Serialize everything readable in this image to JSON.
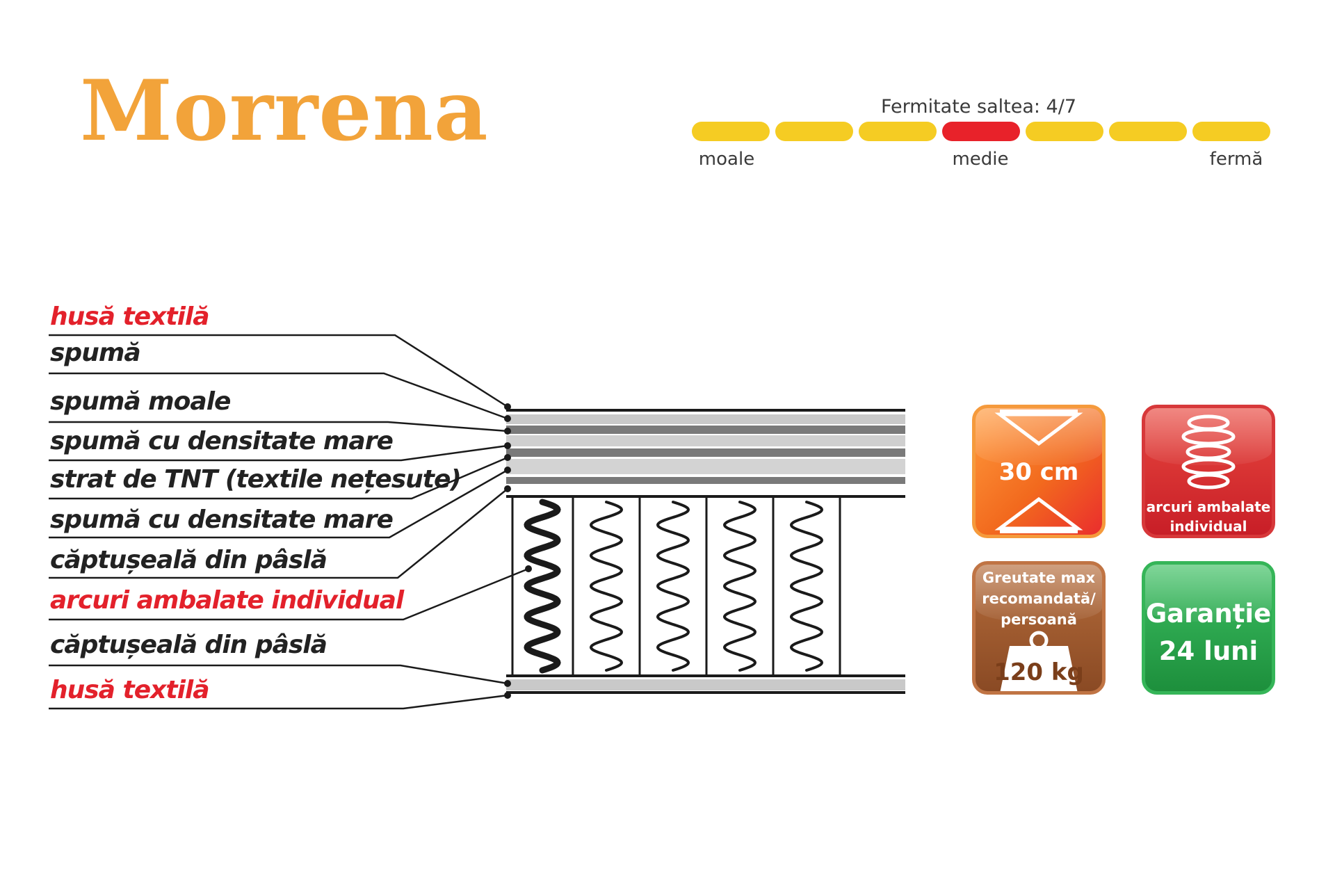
{
  "title": "Morrena",
  "firmness": {
    "label": "Fermitate saltea: 4/7",
    "level": 4,
    "max": 7,
    "left_word": "moale",
    "middle_word": "medie",
    "right_word": "fermă",
    "colors": {
      "inactive": "#f5cc23",
      "active": "#e8222a"
    }
  },
  "layers": [
    {
      "label": "husă textilă",
      "color": "#e3212b"
    },
    {
      "label": "spumă",
      "color": "#222222"
    },
    {
      "label": "spumă moale",
      "color": "#222222"
    },
    {
      "label": "spumă cu densitate mare",
      "color": "#222222"
    },
    {
      "label": "strat de TNT (textile nețesute)",
      "color": "#222222"
    },
    {
      "label": "spumă cu densitate mare",
      "color": "#222222"
    },
    {
      "label": "căptușeală din pâslă",
      "color": "#222222"
    },
    {
      "label": "arcuri ambalate individual",
      "color": "#e3212b"
    },
    {
      "label": "căptușeală din pâslă",
      "color": "#222222"
    },
    {
      "label": "husă textilă",
      "color": "#e3212b"
    }
  ],
  "badges": {
    "height": {
      "text": "30 cm",
      "color": "#f17a22",
      "icon": "height-arrows-icon"
    },
    "springs": {
      "line1": "arcuri ambalate",
      "line2": "individual",
      "color": "#d42a2f",
      "icon": "spring-coil-icon"
    },
    "weight": {
      "line1": "Greutate max",
      "line2": "recomandată/",
      "line3": "persoană",
      "value": "120 kg",
      "color": "#9a5a2e",
      "icon": "weight-icon"
    },
    "warranty": {
      "line1": "Garanție",
      "line2": "24 luni",
      "color": "#24a047",
      "icon": "none"
    }
  }
}
